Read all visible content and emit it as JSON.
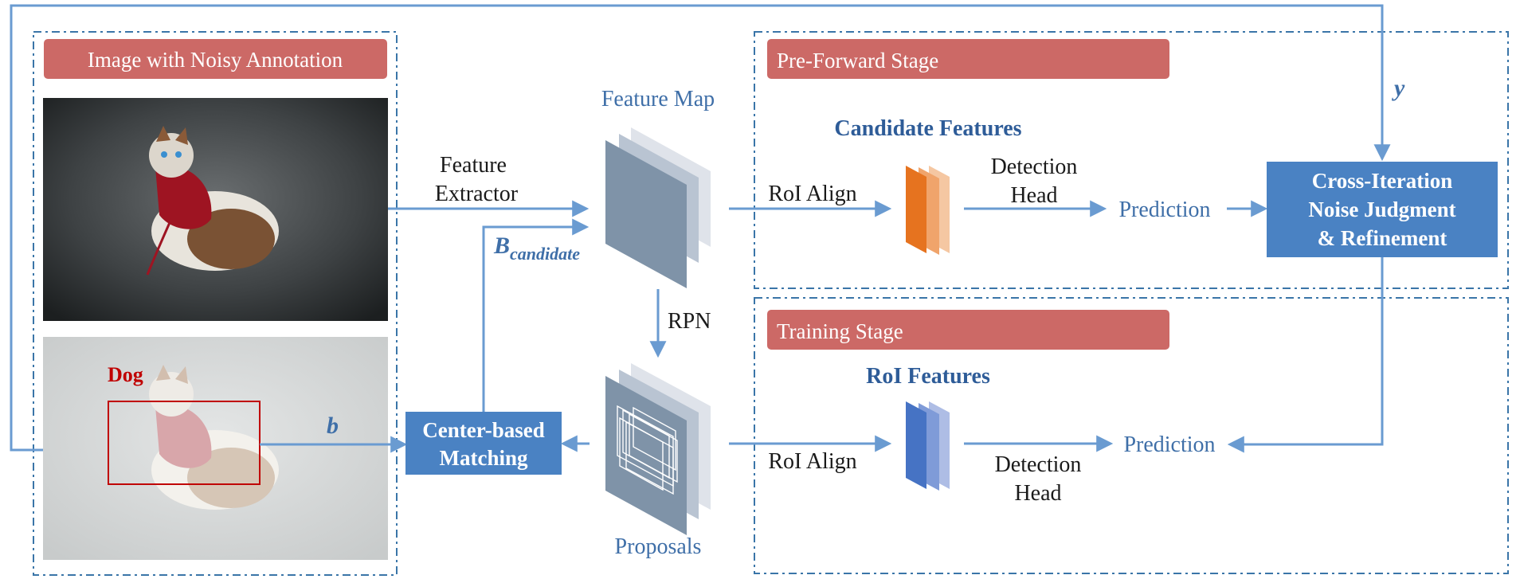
{
  "panels": {
    "input_header": "Image with Noisy Annotation",
    "preforward_header": "Pre-Forward Stage",
    "training_header": "Training Stage"
  },
  "labels": {
    "feature_extractor_1": "Feature",
    "feature_extractor_2": "Extractor",
    "feature_map": "Feature Map",
    "b_candidate_main": "B",
    "b_candidate_sub": "candidate",
    "rpn": "RPN",
    "proposals": "Proposals",
    "b": "b",
    "y": "y",
    "dog": "Dog",
    "center_matching_1": "Center-based",
    "center_matching_2": "Matching",
    "roi_align_top": "RoI Align",
    "roi_align_bottom": "RoI Align",
    "candidate_features": "Candidate Features",
    "roi_features": "RoI Features",
    "detection_head_top_1": "Detection",
    "detection_head_top_2": "Head",
    "detection_head_bottom_1": "Detection",
    "detection_head_bottom_2": "Head",
    "prediction_top": "Prediction",
    "prediction_bottom": "Prediction",
    "cross_iter_1": "Cross-Iteration",
    "cross_iter_2": "Noise Judgment",
    "cross_iter_3": "& Refinement"
  },
  "colors": {
    "arrow": "#6a9bd1",
    "header_red": "#cc6966",
    "box_blue": "#4a82c3",
    "feature_map": "#7f93a8",
    "candidate_orange": "#e6731f",
    "roi_blue": "#4673c4",
    "annotation_red": "#c00000"
  }
}
